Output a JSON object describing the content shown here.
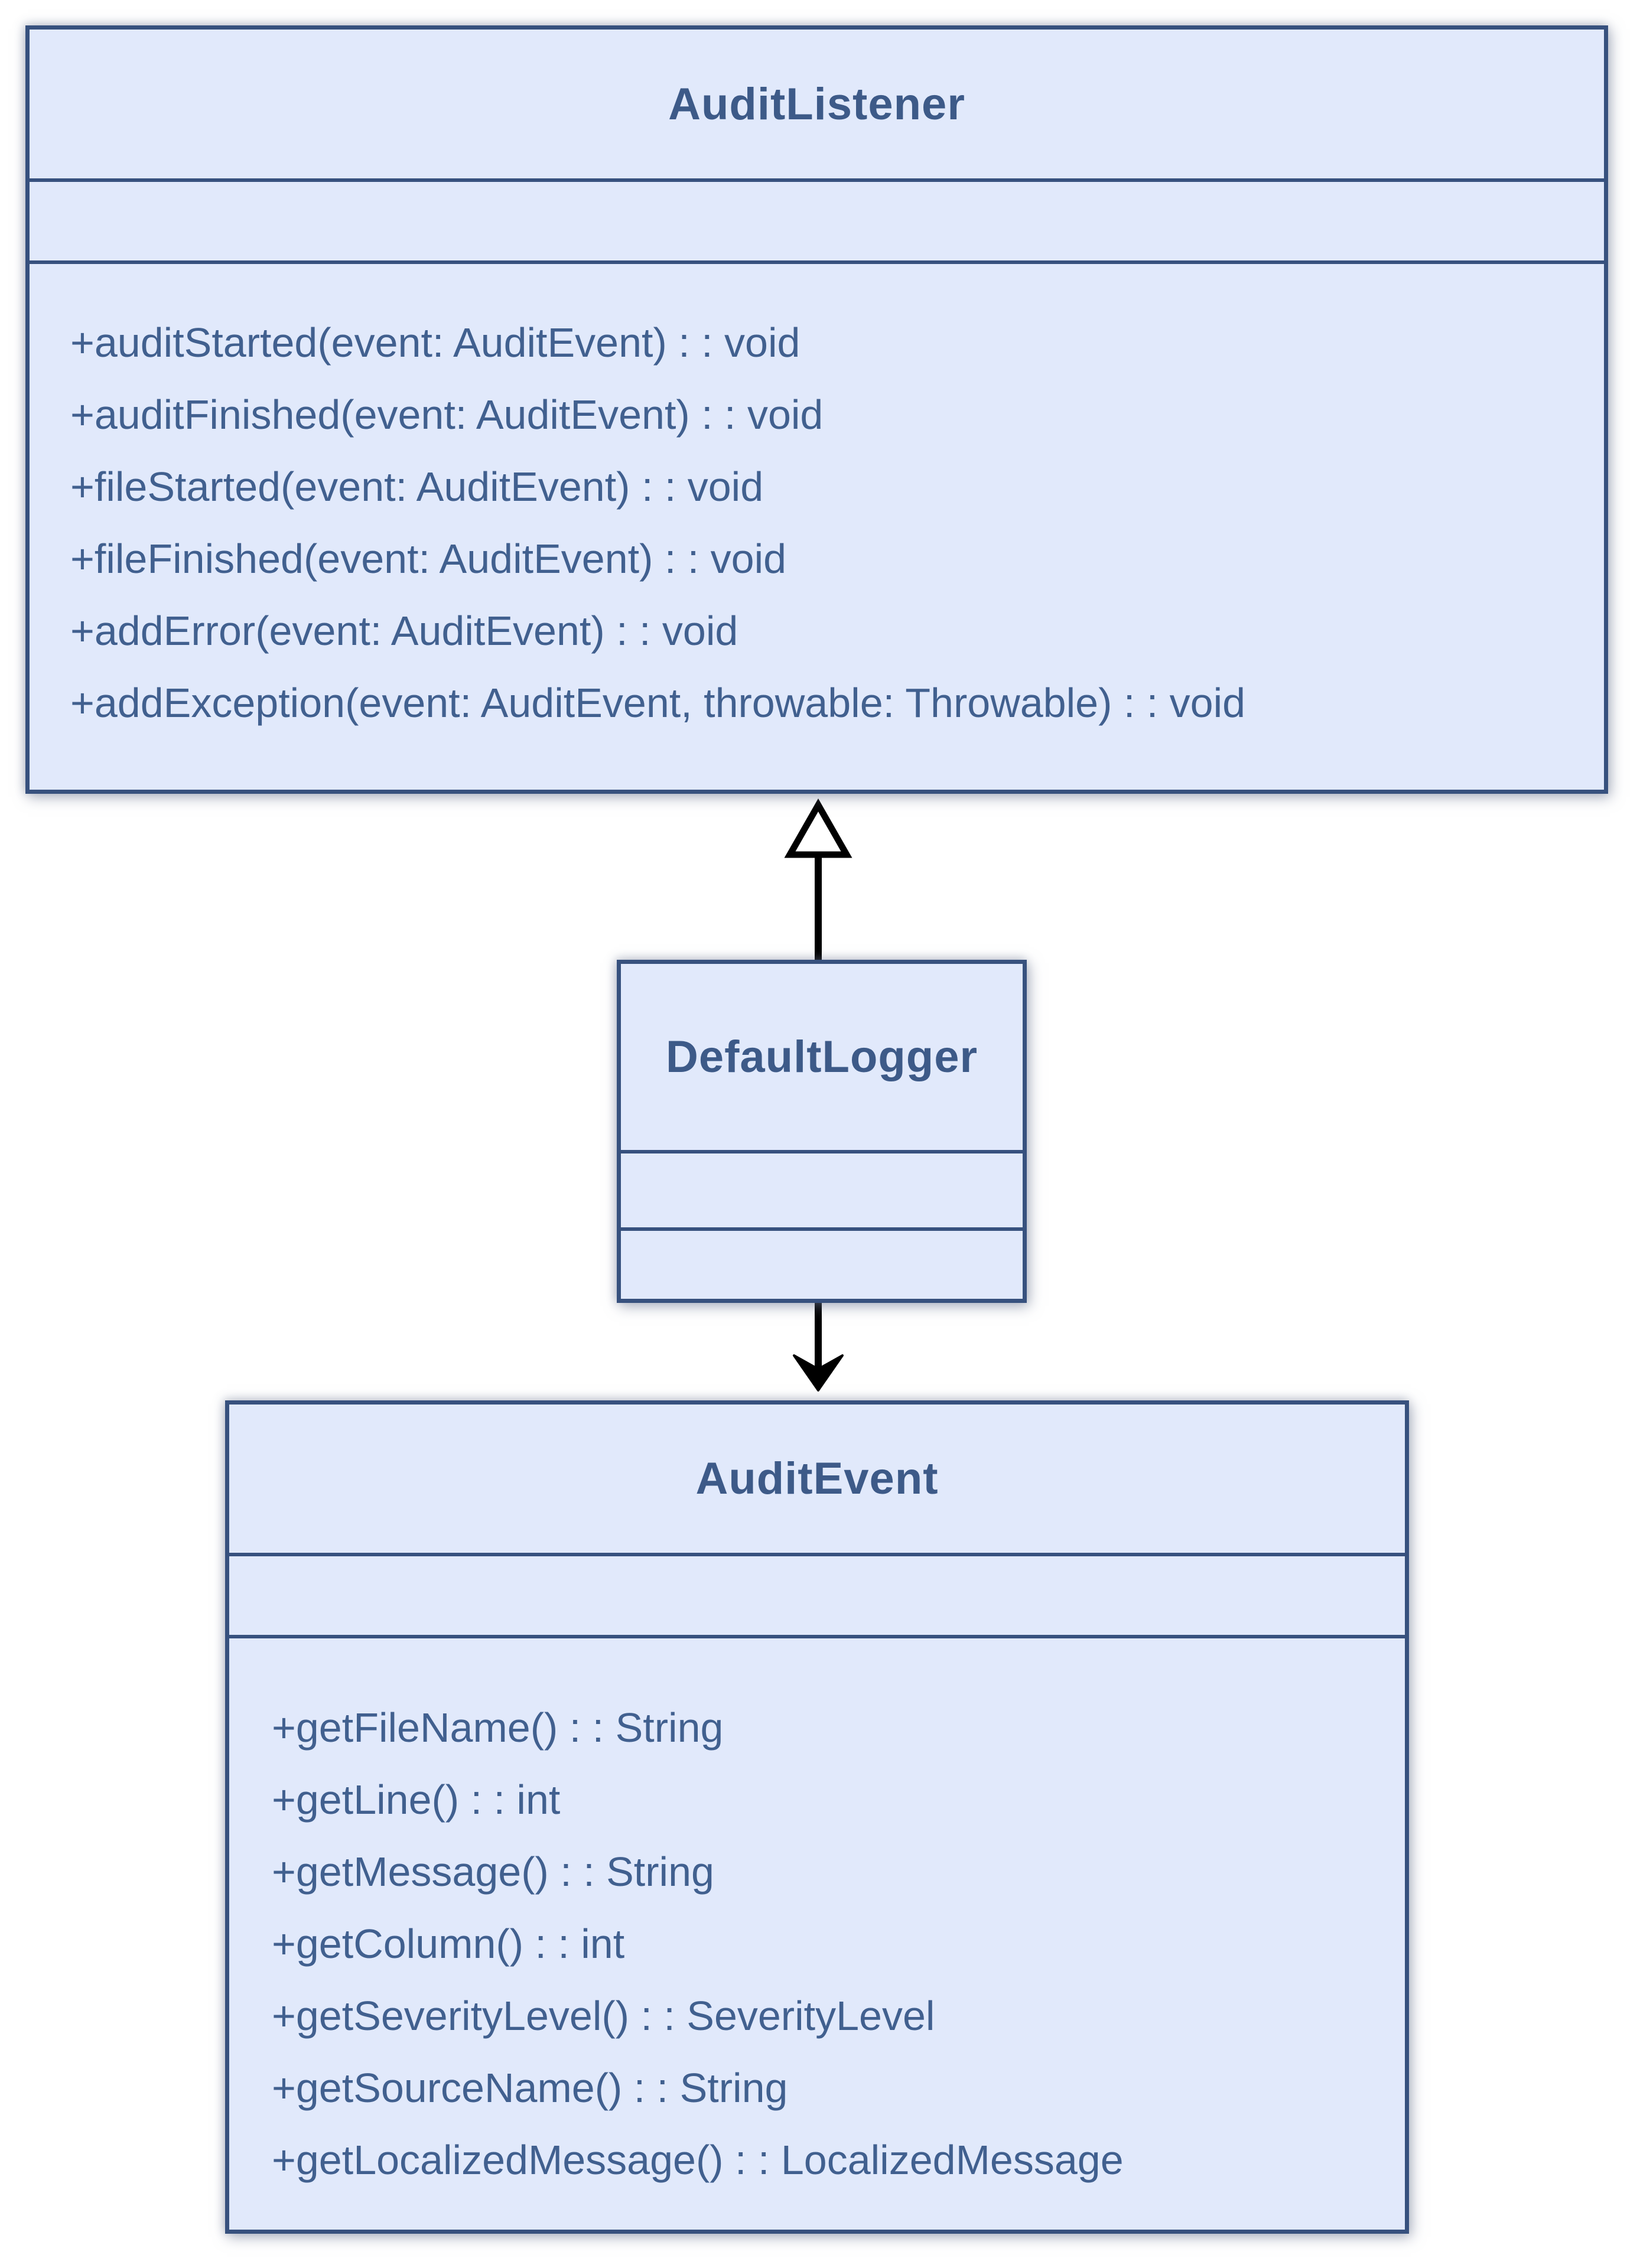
{
  "diagram": {
    "kind": "uml-class-diagram",
    "classes": [
      {
        "name": "AuditListener",
        "attributes": [],
        "methods": [
          "+auditStarted(event: AuditEvent) : : void",
          "+auditFinished(event: AuditEvent) : : void",
          "+fileStarted(event: AuditEvent) : : void",
          "+fileFinished(event: AuditEvent) : : void",
          "+addError(event: AuditEvent) : : void",
          "+addException(event: AuditEvent, throwable: Throwable) : : void"
        ]
      },
      {
        "name": "DefaultLogger",
        "attributes": [],
        "methods": []
      },
      {
        "name": "AuditEvent",
        "attributes": [],
        "methods": [
          "+getFileName() : : String",
          "+getLine() : : int",
          "+getMessage() : : String",
          "+getColumn() : : int",
          "+getSeverityLevel() : : SeverityLevel",
          "+getSourceName() : : String",
          "+getLocalizedMessage() : : LocalizedMessage"
        ]
      }
    ],
    "relationships": [
      {
        "type": "generalization",
        "from": "DefaultLogger",
        "to": "AuditListener",
        "arrowhead": "hollow-triangle"
      },
      {
        "type": "directed-association",
        "from": "DefaultLogger",
        "to": "AuditEvent",
        "arrowhead": "filled-arrow"
      }
    ],
    "colors": {
      "box_fill": "#e1e9fb",
      "box_border": "#37517e",
      "title_text": "#3d5a88",
      "method_text": "#41608f",
      "arrow": "#000000",
      "background": "#ffffff"
    }
  }
}
